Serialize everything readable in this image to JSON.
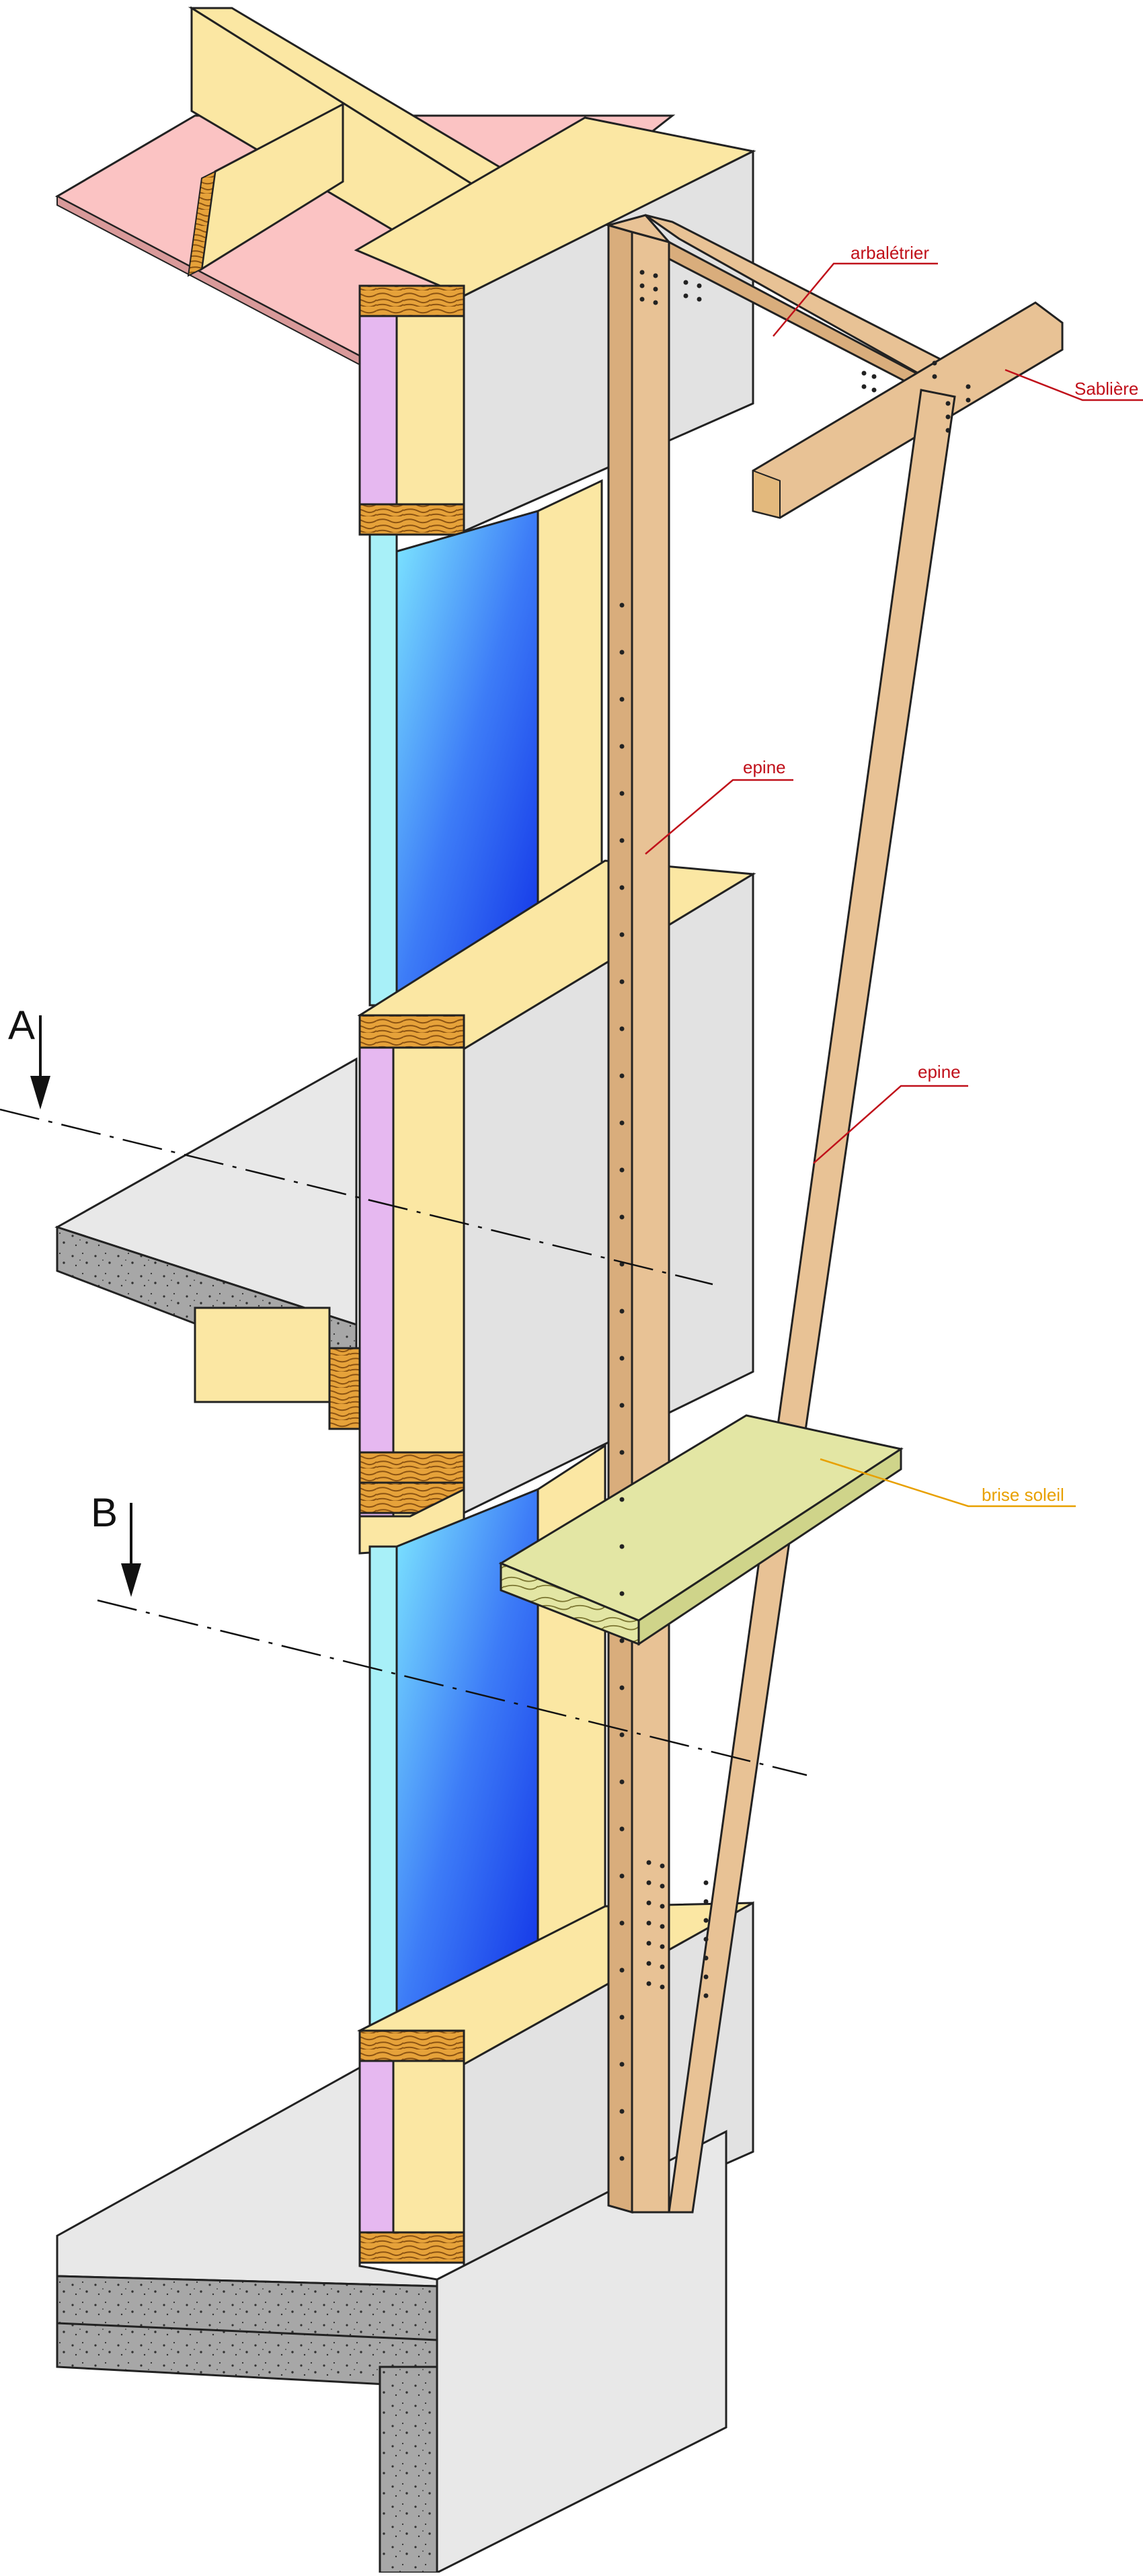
{
  "labels": {
    "arbaletrier": "arbalétrier",
    "sabliere": "Sablière",
    "epine_upper": "epine",
    "epine_lower": "epine",
    "brise_soleil": "brise soleil"
  },
  "section_marks": {
    "a": "A",
    "b": "B"
  },
  "colors": {
    "label_red": "#c0101a",
    "label_orange": "#e8a000",
    "timber": "#e8c295",
    "insulation": "#fbe7a3",
    "vapor_layer": "#e6b8f0",
    "glass_light": "#a8f0f8",
    "glass_dark": "#1a3ff0",
    "cladding": "#e2e2e2",
    "concrete": "#a9a9a9",
    "roof_deck": "#fbc3c3",
    "brise_soleil": "#e3e6a4",
    "end_grain": "#e6a23a"
  }
}
